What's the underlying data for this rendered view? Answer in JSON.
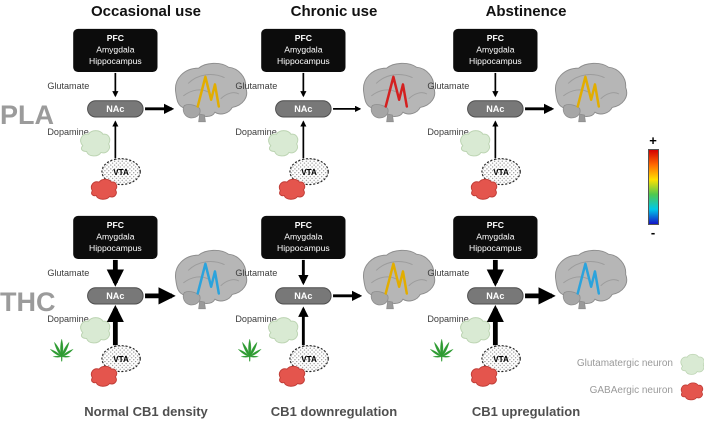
{
  "columns": [
    {
      "header": "Occasional use",
      "caption": "Normal CB1 density"
    },
    {
      "header": "Chronic use",
      "caption": "CB1 downregulation"
    },
    {
      "header": "Abstinence",
      "caption": "CB1 upregulation"
    }
  ],
  "rows": [
    {
      "label": "PLA"
    },
    {
      "label": "THC"
    }
  ],
  "panel_labels": {
    "regions": [
      "PFC",
      "Amygdala",
      "Hippocampus"
    ],
    "glutamate": "Glutamate",
    "nac": "NAc",
    "dopamine": "Dopamine",
    "vta": "VTA"
  },
  "panels": [
    {
      "row": "PLA",
      "column": "Occasional use",
      "activity_color": "#e2ad00",
      "glutamate_arrow": "thin",
      "nac_arrow": "medium",
      "dopamine_arrow": "thin",
      "cannabis_leaf": false
    },
    {
      "row": "PLA",
      "column": "Chronic use",
      "activity_color": "#d42020",
      "glutamate_arrow": "thin",
      "nac_arrow": "thin",
      "dopamine_arrow": "thin",
      "cannabis_leaf": false
    },
    {
      "row": "PLA",
      "column": "Abstinence",
      "activity_color": "#e2ad00",
      "glutamate_arrow": "thin",
      "nac_arrow": "medium",
      "dopamine_arrow": "thin",
      "cannabis_leaf": false
    },
    {
      "row": "THC",
      "column": "Occasional use",
      "activity_color": "#2ba3dc",
      "glutamate_arrow": "thick",
      "nac_arrow": "thick",
      "dopamine_arrow": "thick",
      "cannabis_leaf": true
    },
    {
      "row": "THC",
      "column": "Chronic use",
      "activity_color": "#e2ad00",
      "glutamate_arrow": "medium",
      "nac_arrow": "medium",
      "dopamine_arrow": "medium",
      "cannabis_leaf": true
    },
    {
      "row": "THC",
      "column": "Abstinence",
      "activity_color": "#2ba3dc",
      "glutamate_arrow": "thick",
      "nac_arrow": "thick",
      "dopamine_arrow": "thick",
      "cannabis_leaf": true
    }
  ],
  "colorbar": {
    "plus": "+",
    "minus": "-",
    "colors": [
      "#d40000",
      "#ff6a00",
      "#ffe000",
      "#4fc94f",
      "#00c8e8",
      "#1414c8"
    ]
  },
  "legend": [
    {
      "label": "Glutamatergic neuron",
      "color": "#d9ead3"
    },
    {
      "label": "GABAergic neuron",
      "color": "#e4554d"
    }
  ]
}
